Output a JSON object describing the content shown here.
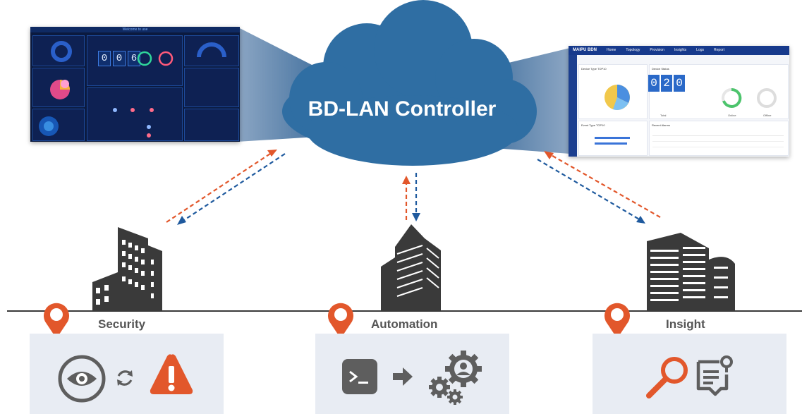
{
  "cloud": {
    "title": "BD-LAN Controller"
  },
  "dashboard_dark": {
    "header": "Welcome to use",
    "digits": [
      "0",
      "0",
      "6"
    ]
  },
  "dashboard_light": {
    "brand": "MAIPU BDN",
    "nav": [
      "Home",
      "Topology",
      "Provision",
      "Insights",
      "Logs",
      "Report"
    ],
    "panel_device_type": "Device Type TOP10",
    "panel_device_status": "Device Status",
    "panel_event_type": "Event Type TOP10",
    "panel_recent_alarms": "Recent Alarms",
    "digits": [
      "0",
      "2",
      "0"
    ],
    "status_labels": [
      "Total",
      "Online",
      "Offline"
    ]
  },
  "sites": [
    {
      "label": "Security"
    },
    {
      "label": "Automation"
    },
    {
      "label": "Insight"
    }
  ],
  "colors": {
    "cloud": "#2f6ea3",
    "cloud_text": "#ffffff",
    "arrow_orange": "#e2572b",
    "arrow_blue": "#1f5a9e",
    "pin": "#e2572b",
    "building": "#3a3a3a",
    "box_bg": "#e8ecf3",
    "icon_gray": "#5e5e5e",
    "warning": "#e2572b"
  },
  "icons": [
    "eye-icon",
    "sync-icon",
    "warning-icon",
    "terminal-icon",
    "arrow-right-icon",
    "gear-user-icon",
    "magnifier-icon",
    "report-icon",
    "location-pin-icon",
    "building-icon"
  ]
}
